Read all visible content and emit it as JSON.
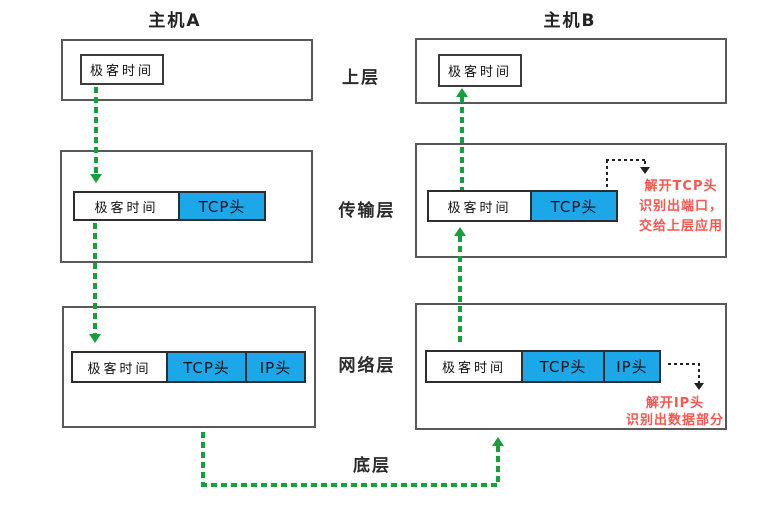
{
  "diagram": {
    "host_a": {
      "title": "主机A",
      "upper": {
        "data_label": "极客时间"
      },
      "transport": {
        "data_label": "极客时间",
        "tcp_label": "TCP头"
      },
      "network": {
        "data_label": "极客时间",
        "tcp_label": "TCP头",
        "ip_label": "IP头"
      }
    },
    "host_b": {
      "title": "主机B",
      "upper": {
        "data_label": "极客时间"
      },
      "transport": {
        "data_label": "极客时间",
        "tcp_label": "TCP头"
      },
      "network": {
        "data_label": "极客时间",
        "tcp_label": "TCP头",
        "ip_label": "IP头"
      },
      "tcp_unpack_note": {
        "line1": "解开TCP头",
        "line2": "识别出端口，",
        "line3": "交给上层应用"
      },
      "ip_unpack_note": {
        "line1": "解开IP头",
        "line2": "识别出数据部分"
      }
    },
    "layers": {
      "upper": "上层",
      "transport": "传输层",
      "network": "网络层",
      "bottom": "底层"
    },
    "colors": {
      "header_fill_blue": "#1CA7E8",
      "arrow_green": "#16A03C",
      "note_red": "#F8564E",
      "box_border_gray": "#595959"
    }
  }
}
